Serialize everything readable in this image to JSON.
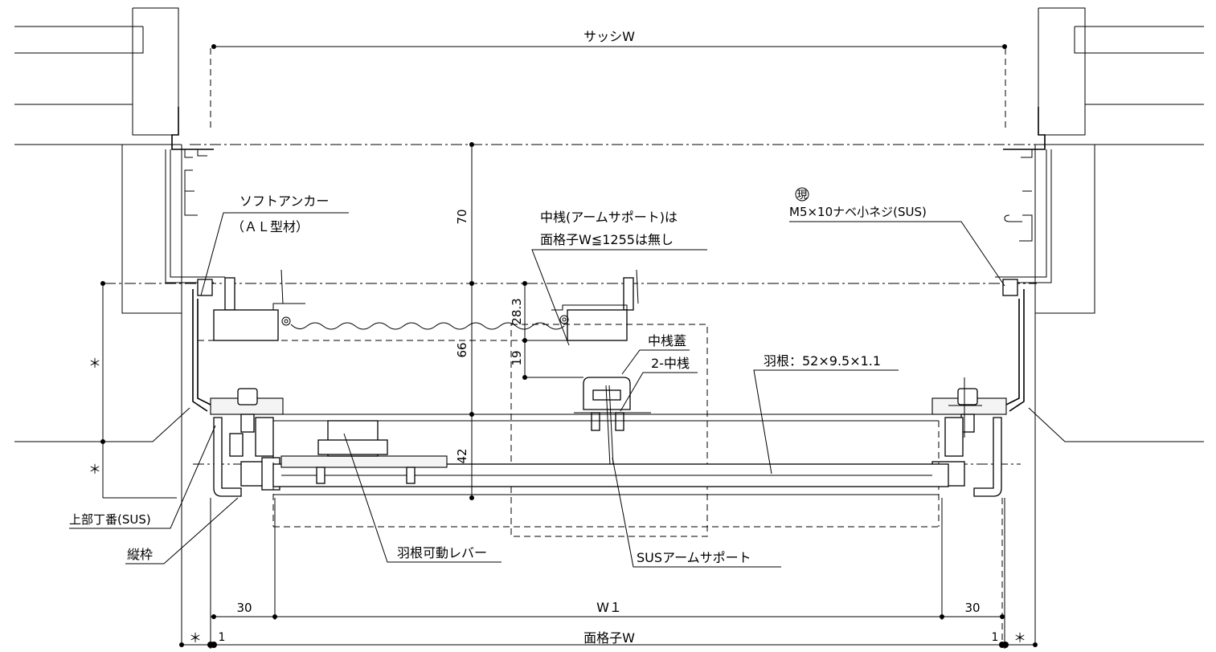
{
  "dimensions": {
    "sash_w": "サッシW",
    "d70": "70",
    "d66": "66",
    "d42": "42",
    "d28_3": "28.3",
    "d19": "19",
    "d30_left": "30",
    "d30_right": "30",
    "w1": "W１",
    "face_lattice_w": "面格子W",
    "d1_left": "1",
    "d1_right": "1",
    "star_1": "＊",
    "star_2": "＊",
    "star_3": "＊",
    "star_4": "＊"
  },
  "labels": {
    "soft_anchor": "ソフトアンカー",
    "al_material": "（ＡＬ型材）",
    "middle_crosspiece_line1": "中桟(アームサポート)は",
    "middle_crosspiece_line2": "面格子W≦1255は無し",
    "genba_mark": "現",
    "screw": "M5×10ナベ小ネジ(SUS)",
    "crosspiece_lid": "中桟蓋",
    "two_crosspiece": "2-中桟",
    "blade": "羽根：52×9.5×1.1",
    "upper_hinge": "上部丁番(SUS)",
    "vertical_frame": "縦枠",
    "blade_lever": "羽根可動レバー",
    "sus_arm_support": "SUSアームサポート"
  },
  "colors": {
    "line": "#000000",
    "background": "#ffffff"
  }
}
